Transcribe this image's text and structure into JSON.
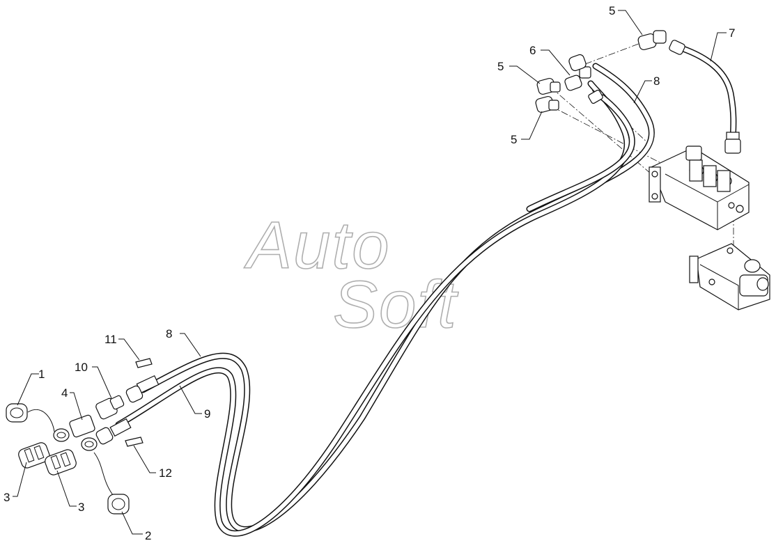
{
  "watermark": {
    "line1": "Auto",
    "line2": "Soft"
  },
  "callouts": {
    "c1": "1",
    "c2": "2",
    "c3a": "3",
    "c3b": "3",
    "c4": "4",
    "c5a": "5",
    "c5b": "5",
    "c5c": "5",
    "c6": "6",
    "c7": "7",
    "c8a": "8",
    "c8b": "8",
    "c9": "9",
    "c10": "10",
    "c11": "11",
    "c12": "12"
  }
}
